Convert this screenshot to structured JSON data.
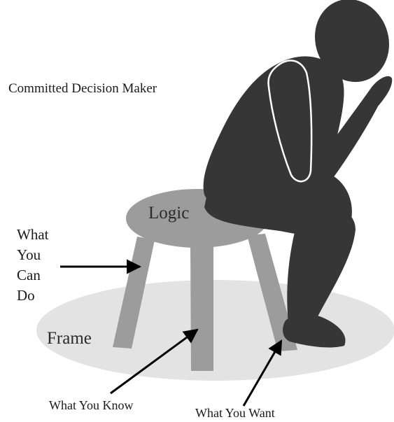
{
  "title": "Committed Decision Maker",
  "seat_label": "Logic",
  "ground_label": "Frame",
  "leg_labels": {
    "can_do": [
      "What",
      "You",
      "Can",
      "Do"
    ],
    "know": "What You Know",
    "want": "What You Want"
  },
  "colors": {
    "figure": "#363636",
    "seat": "#9c9c9c",
    "legs": "#9c9c9c",
    "ground": "#e3e3e3",
    "arrows": "#000000",
    "text": "#1a1a1a"
  }
}
